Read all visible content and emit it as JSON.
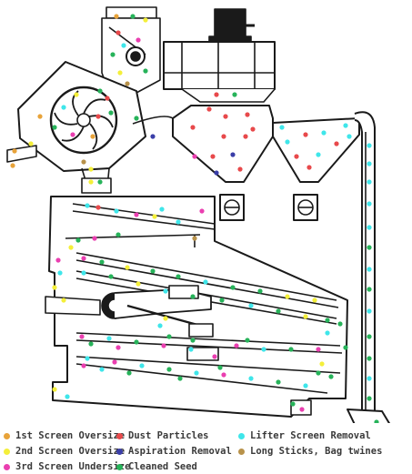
{
  "legend": [
    {
      "key": "oversize1",
      "label": "1st Screen Oversize",
      "color": "#e8a33a"
    },
    {
      "key": "dust",
      "label": "Dust Particles",
      "color": "#e8494b"
    },
    {
      "key": "lifter",
      "label": "Lifter Screen Removal",
      "color": "#3fe6ea"
    },
    {
      "key": "oversize2",
      "label": "2nd Screen Oversize",
      "color": "#f4ef3a"
    },
    {
      "key": "aspiration",
      "label": "Aspiration Removal",
      "color": "#3a3ea8"
    },
    {
      "key": "sticks",
      "label": "Long Sticks, Bag twines",
      "color": "#b8924a"
    },
    {
      "key": "undersize3",
      "label": "3rd Screen Undersize",
      "color": "#ea3fb0"
    },
    {
      "key": "cleaned",
      "label": "Cleaned Seed",
      "color": "#27b35a"
    }
  ],
  "icons": [
    "motor-icon",
    "fan-wheel-icon",
    "airlock-valve-icon",
    "screen-deck-icon",
    "drive-icon"
  ]
}
